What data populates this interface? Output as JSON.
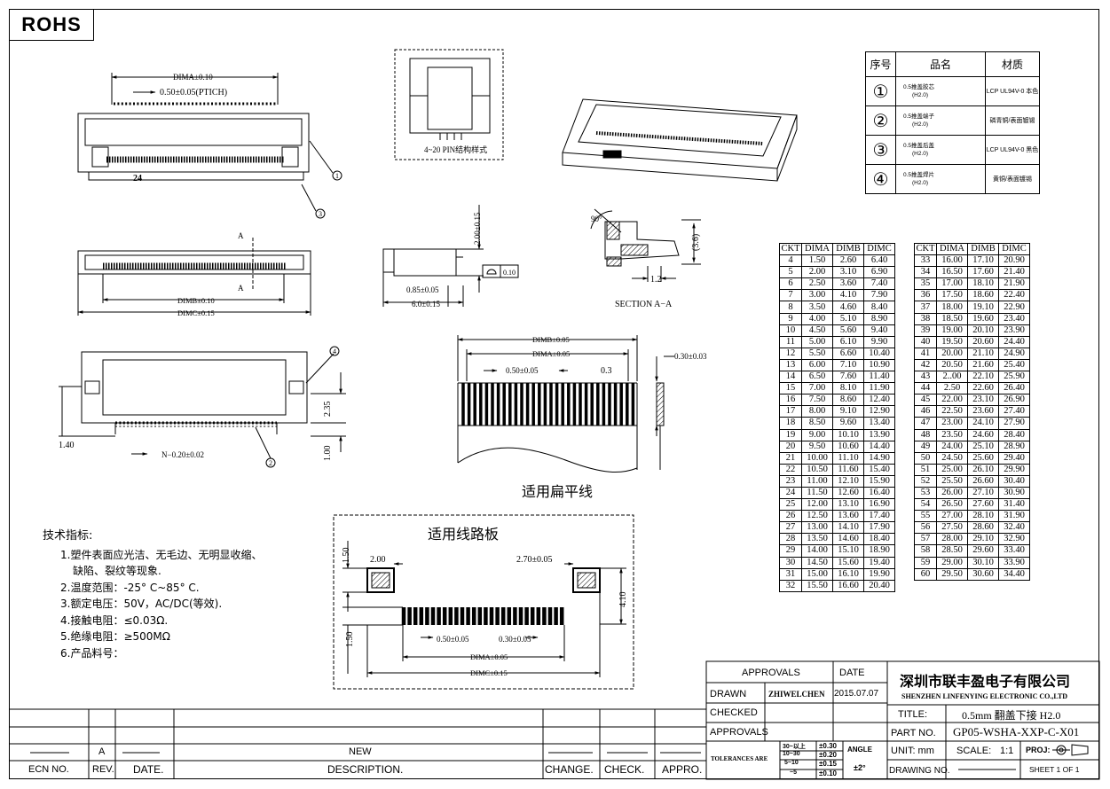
{
  "rohs": "ROHS",
  "parts_table": {
    "headers": [
      "序号",
      "品名",
      "材质"
    ],
    "rows": [
      {
        "num": "①",
        "name1": "0.5推盖胶芯",
        "name2": "(H2.0)",
        "material": "LCP UL94V-0 本色"
      },
      {
        "num": "②",
        "name1": "0.5推盖端子",
        "name2": "(H2.0)",
        "material": "磷青铜/表面镀锡"
      },
      {
        "num": "③",
        "name1": "0.5推盖后盖",
        "name2": "(H2.0)",
        "material": "LCP UL94V-0 黑色"
      },
      {
        "num": "④",
        "name1": "0.5推盖焊片",
        "name2": "(H2.0)",
        "material": "黄铜/表面镀锡"
      }
    ]
  },
  "dim_table": {
    "headers": [
      "CKT",
      "DIMA",
      "DIMB",
      "DIMC"
    ],
    "left": [
      [
        "4",
        "1.50",
        "2.60",
        "6.40"
      ],
      [
        "5",
        "2.00",
        "3.10",
        "6.90"
      ],
      [
        "6",
        "2.50",
        "3.60",
        "7.40"
      ],
      [
        "7",
        "3.00",
        "4.10",
        "7.90"
      ],
      [
        "8",
        "3.50",
        "4.60",
        "8.40"
      ],
      [
        "9",
        "4.00",
        "5.10",
        "8.90"
      ],
      [
        "10",
        "4.50",
        "5.60",
        "9.40"
      ],
      [
        "11",
        "5.00",
        "6.10",
        "9.90"
      ],
      [
        "12",
        "5.50",
        "6.60",
        "10.40"
      ],
      [
        "13",
        "6.00",
        "7.10",
        "10.90"
      ],
      [
        "14",
        "6.50",
        "7.60",
        "11.40"
      ],
      [
        "15",
        "7.00",
        "8.10",
        "11.90"
      ],
      [
        "16",
        "7.50",
        "8.60",
        "12.40"
      ],
      [
        "17",
        "8.00",
        "9.10",
        "12.90"
      ],
      [
        "18",
        "8.50",
        "9.60",
        "13.40"
      ],
      [
        "19",
        "9.00",
        "10.10",
        "13.90"
      ],
      [
        "20",
        "9.50",
        "10.60",
        "14.40"
      ],
      [
        "21",
        "10.00",
        "11.10",
        "14.90"
      ],
      [
        "22",
        "10.50",
        "11.60",
        "15.40"
      ],
      [
        "23",
        "11.00",
        "12.10",
        "15.90"
      ],
      [
        "24",
        "11.50",
        "12.60",
        "16.40"
      ],
      [
        "25",
        "12.00",
        "13.10",
        "16.90"
      ],
      [
        "26",
        "12.50",
        "13.60",
        "17.40"
      ],
      [
        "27",
        "13.00",
        "14.10",
        "17.90"
      ],
      [
        "28",
        "13.50",
        "14.60",
        "18.40"
      ],
      [
        "29",
        "14.00",
        "15.10",
        "18.90"
      ],
      [
        "30",
        "14.50",
        "15.60",
        "19.40"
      ],
      [
        "31",
        "15.00",
        "16.10",
        "19.90"
      ],
      [
        "32",
        "15.50",
        "16.60",
        "20.40"
      ]
    ],
    "right": [
      [
        "33",
        "16.00",
        "17.10",
        "20.90"
      ],
      [
        "34",
        "16.50",
        "17.60",
        "21.40"
      ],
      [
        "35",
        "17.00",
        "18.10",
        "21.90"
      ],
      [
        "36",
        "17.50",
        "18.60",
        "22.40"
      ],
      [
        "37",
        "18.00",
        "19.10",
        "22.90"
      ],
      [
        "38",
        "18.50",
        "19.60",
        "23.40"
      ],
      [
        "39",
        "19.00",
        "20.10",
        "23.90"
      ],
      [
        "40",
        "19.50",
        "20.60",
        "24.40"
      ],
      [
        "41",
        "20.00",
        "21.10",
        "24.90"
      ],
      [
        "42",
        "20.50",
        "21.60",
        "25.40"
      ],
      [
        "43",
        "2..00",
        "22.10",
        "25.90"
      ],
      [
        "44",
        "2.50",
        "22.60",
        "26.40"
      ],
      [
        "45",
        "22.00",
        "23.10",
        "26.90"
      ],
      [
        "46",
        "22.50",
        "23.60",
        "27.40"
      ],
      [
        "47",
        "23.00",
        "24.10",
        "27.90"
      ],
      [
        "48",
        "23.50",
        "24.60",
        "28.40"
      ],
      [
        "49",
        "24.00",
        "25.10",
        "28.90"
      ],
      [
        "50",
        "24.50",
        "25.60",
        "29.40"
      ],
      [
        "51",
        "25.00",
        "26.10",
        "29.90"
      ],
      [
        "52",
        "25.50",
        "26.60",
        "30.40"
      ],
      [
        "53",
        "26.00",
        "27.10",
        "30.90"
      ],
      [
        "54",
        "26.50",
        "27.60",
        "31.40"
      ],
      [
        "55",
        "27.00",
        "28.10",
        "31.90"
      ],
      [
        "56",
        "27.50",
        "28.60",
        "32.40"
      ],
      [
        "57",
        "28.00",
        "29.10",
        "32.90"
      ],
      [
        "58",
        "28.50",
        "29.60",
        "33.40"
      ],
      [
        "59",
        "29.00",
        "30.10",
        "33.90"
      ],
      [
        "60",
        "29.50",
        "30.60",
        "34.40"
      ]
    ]
  },
  "drawing_labels": {
    "dima_010": "DIMA±0.10",
    "pitch": "0.50±0.05(PTICH)",
    "dimb_010": "DIMB±0.10",
    "dimc_015": "DIMC±0.15",
    "section_a": "A",
    "n_020": "N−0.20±0.02",
    "d140": "1.40",
    "d235": "2.35",
    "d100": "1.00",
    "pin_style": "4~20 PIN结构样式",
    "h200": "2.00±0.15",
    "d085": "0.85±0.05",
    "d60": "6.0±0.15",
    "flat": "0.10",
    "angle90": "90°",
    "d36": "(3.6)",
    "d12": "1.2",
    "section_aa": "SECTION A−A",
    "cable_dimb": "DIMB±0.05",
    "cable_dima": "DIMA±0.05",
    "cable_pitch": "0.50±0.05",
    "cable_03": "0.3",
    "cable_thk": "0.30±0.03",
    "cable_title": "适用扁平线",
    "pcb_title": "适用线路板",
    "pcb_150a": "1.50",
    "pcb_200": "2.00",
    "pcb_270": "2.70±0.05",
    "pcb_410": "4.10",
    "pcb_150b": "1.50",
    "pcb_pitch": "0.50±0.05",
    "pcb_030": "0.30±0.05",
    "pcb_dima": "DIMA±0.05",
    "pcb_dimc": "DIMC±0.15",
    "callout_1": "1",
    "callout_2": "2",
    "callout_3": "3",
    "callout_4": "4",
    "mark_24": "24"
  },
  "notes": {
    "title": "技术指标:",
    "items": [
      "1.塑件表面应光洁、无毛边、无明显收缩、",
      "缺陷、裂纹等现象.",
      "2.温度范围：-25° C~85° C.",
      "3.额定电压：50V，AC/DC(等效).",
      "4.接触电阻：≤0.03Ω.",
      "5.绝缘电阻：≥500MΩ",
      "6.产品料号："
    ]
  },
  "title_block": {
    "approvals_hdr": "APPROVALS",
    "date_hdr": "DATE",
    "drawn_lbl": "DRAWN",
    "drawn_by": "ZHIWELCHEN",
    "drawn_date": "2015.07.07",
    "checked_lbl": "CHECKED",
    "approvals_lbl": "APPROVALS",
    "company_cn": "深圳市联丰盈电子有限公司",
    "company_en": "SHENZHEN LINFENYING ELECTRONIC CO.,LTD",
    "title_lbl": "TITLE:",
    "title_val": "0.5mm 翻盖下接 H2.0",
    "partno_lbl": "PART NO.",
    "partno_val": "GP05-WSHA-XXP-C-X01",
    "unit_lbl": "UNIT: mm",
    "scale_lbl": "SCALE:",
    "scale_val": "1:1",
    "proj_lbl": "PROJ:",
    "drawingno_lbl": "DRAWING NO.",
    "sheet": "SHEET  1 OF 1",
    "tol_lbl": "TOLERANCES ARE",
    "tol_rows": [
      [
        "30~以上",
        "±0.30"
      ],
      [
        "10~30",
        "±0.20"
      ],
      [
        "5~10",
        "±0.15"
      ],
      [
        "~5",
        "±0.10"
      ]
    ],
    "angle_lbl": "ANGLE",
    "angle_val": "±2°"
  },
  "revision_block": {
    "rev_val": "A",
    "desc_val": "NEW",
    "ecn_lbl": "ECN NO.",
    "rev_lbl": "REV.",
    "date_lbl": "DATE.",
    "desc_lbl": "DESCRIPTION.",
    "change_lbl": "CHANGE.",
    "check_lbl": "CHECK.",
    "appro_lbl": "APPRO."
  }
}
